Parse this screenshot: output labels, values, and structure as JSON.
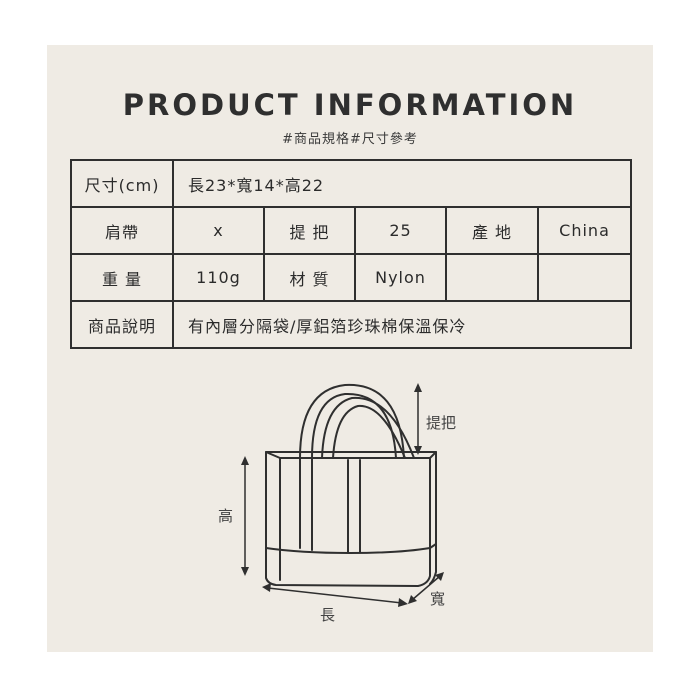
{
  "header": {
    "title": "PRODUCT INFORMATION",
    "subtitle": "#商品規格#尺寸參考"
  },
  "spec_table": {
    "size_label": "尺寸(cm)",
    "size_value": "長23*寬14*高22",
    "strap_label": "肩帶",
    "strap_value": "x",
    "handle_label": "提 把",
    "handle_value": "25",
    "origin_label": "產 地",
    "origin_value": "China",
    "weight_label": "重 量",
    "weight_value": "110g",
    "material_label": "材 質",
    "material_value": "Nylon",
    "desc_label": "商品說明",
    "desc_value": "有內層分隔袋/厚鋁箔珍珠棉保溫保冷"
  },
  "diagram": {
    "handle_label": "提把",
    "height_label": "高",
    "width_label": "寬",
    "length_label": "長"
  },
  "colors": {
    "panel_bg": "#efebe4",
    "line": "#2f2f2f"
  }
}
